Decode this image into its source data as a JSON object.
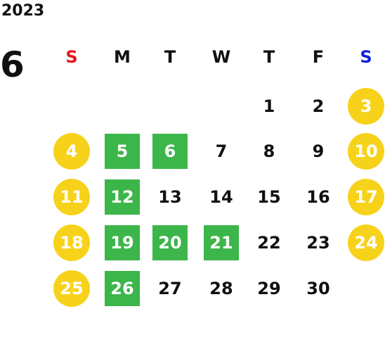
{
  "calendar": {
    "year": "2023",
    "month": "6",
    "weekdays": [
      {
        "label": "S",
        "color": "#e8141b"
      },
      {
        "label": "M",
        "color": "#111111"
      },
      {
        "label": "T",
        "color": "#111111"
      },
      {
        "label": "W",
        "color": "#111111"
      },
      {
        "label": "T",
        "color": "#111111"
      },
      {
        "label": "F",
        "color": "#111111"
      },
      {
        "label": "S",
        "color": "#1122dd"
      }
    ],
    "colors": {
      "weekend_circle": "#f7d21b",
      "highlight_square": "#3cb54a"
    },
    "weeks": [
      [
        {
          "day": "",
          "style": "empty"
        },
        {
          "day": "",
          "style": "empty"
        },
        {
          "day": "",
          "style": "empty"
        },
        {
          "day": "",
          "style": "empty"
        },
        {
          "day": "1",
          "style": "normal"
        },
        {
          "day": "2",
          "style": "normal"
        },
        {
          "day": "3",
          "style": "weekend"
        }
      ],
      [
        {
          "day": "4",
          "style": "weekend"
        },
        {
          "day": "5",
          "style": "highlight"
        },
        {
          "day": "6",
          "style": "highlight"
        },
        {
          "day": "7",
          "style": "normal"
        },
        {
          "day": "8",
          "style": "normal"
        },
        {
          "day": "9",
          "style": "normal"
        },
        {
          "day": "10",
          "style": "weekend"
        }
      ],
      [
        {
          "day": "11",
          "style": "weekend"
        },
        {
          "day": "12",
          "style": "highlight"
        },
        {
          "day": "13",
          "style": "normal"
        },
        {
          "day": "14",
          "style": "normal"
        },
        {
          "day": "15",
          "style": "normal"
        },
        {
          "day": "16",
          "style": "normal"
        },
        {
          "day": "17",
          "style": "weekend"
        }
      ],
      [
        {
          "day": "18",
          "style": "weekend"
        },
        {
          "day": "19",
          "style": "highlight"
        },
        {
          "day": "20",
          "style": "highlight"
        },
        {
          "day": "21",
          "style": "highlight"
        },
        {
          "day": "22",
          "style": "normal"
        },
        {
          "day": "23",
          "style": "normal"
        },
        {
          "day": "24",
          "style": "weekend"
        }
      ],
      [
        {
          "day": "25",
          "style": "weekend"
        },
        {
          "day": "26",
          "style": "highlight"
        },
        {
          "day": "27",
          "style": "normal"
        },
        {
          "day": "28",
          "style": "normal"
        },
        {
          "day": "29",
          "style": "normal"
        },
        {
          "day": "30",
          "style": "normal"
        },
        {
          "day": "",
          "style": "empty"
        }
      ]
    ]
  }
}
